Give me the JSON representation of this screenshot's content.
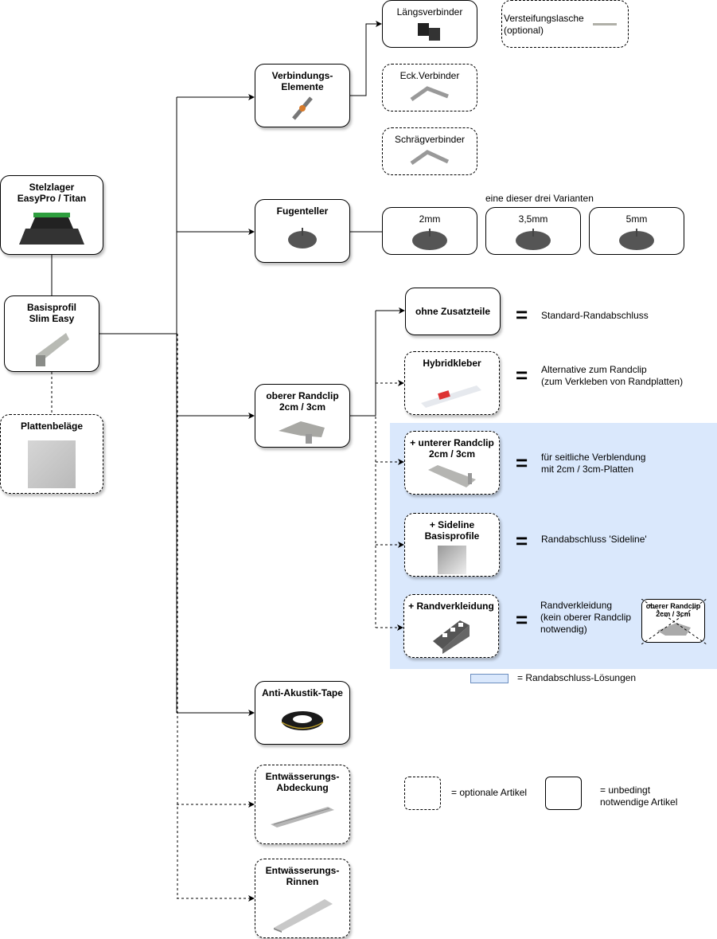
{
  "colors": {
    "solutions_area": "#dae8fc",
    "line": "#000000"
  },
  "nodes": {
    "stelzlager": "Stelzlager\nEasyPro / Titan",
    "basisprofil": "Basisprofil\nSlim Easy",
    "plattenbelaege": "Plattenbeläge",
    "verbindungselemente": "Verbindungs-\nElemente",
    "laengsverbinder": "Längsverbinder",
    "versteifungslasche": "Versteifungslasche\n(optional)",
    "eckverbinder": "Eck.Verbinder",
    "schraegverbinder": "Schrägverbinder",
    "fugenteller": "Fugenteller",
    "varianten_note": "eine dieser drei Varianten",
    "variant_2": "2mm",
    "variant_35": "3,5mm",
    "variant_5": "5mm",
    "oberer_randclip": "oberer Randclip\n2cm / 3cm",
    "ohne_zusatzteile": "ohne Zusatzteile",
    "hybridkleber": "Hybridkleber",
    "unterer_randclip": "+ unterer Randclip\n2cm / 3cm",
    "sideline": "+ Sideline\nBasisprofile",
    "randverkleidung": "+ Randverkleidung",
    "anti_akustik": "Anti-Akustik-Tape",
    "entw_abdeckung": "Entwässerungs-\nAbdeckung",
    "entw_rinnen": "Entwässerungs-\nRinnen",
    "crossed_randclip": "oberer Randclip\n2cm / 3cm"
  },
  "results": {
    "equals": "=",
    "standard": "Standard-Randabschluss",
    "hybrid": "Alternative zum Randclip\n(zum Verkleben von Randplatten)",
    "unterer": "für seitliche Verblendung\nmit 2cm / 3cm-Platten",
    "sideline": "Randabschluss 'Sideline'",
    "randverkleidung": "Randverkleidung\n(kein oberer Randclip\nnotwendig)"
  },
  "legend": {
    "solutions": "= Randabschluss-Lösungen",
    "optional": "= optionale Artikel",
    "required": "= unbedingt\nnotwendige Artikel"
  }
}
